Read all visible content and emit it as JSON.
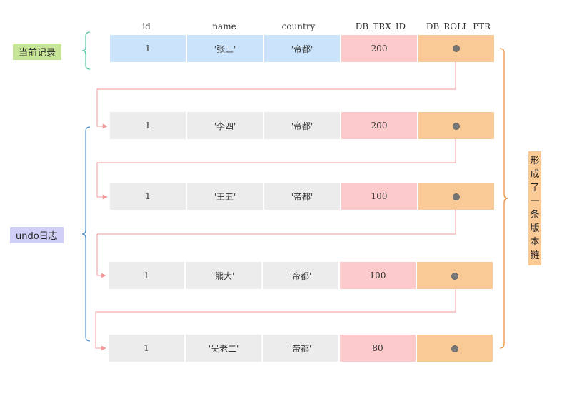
{
  "colors": {
    "current_row": "#cce4fb",
    "undo_row": "#ececec",
    "trx_cell": "#fccaca",
    "ptr_cell": "#f9c996",
    "arrow": "#f09a9a",
    "current_label_bg": "#c6e596",
    "undo_label_bg": "#cfcff7",
    "chain_label_bg": "#f9c996",
    "current_bracket": "#4ec4a4",
    "undo_bracket": "#4a8fd4",
    "chain_bracket": "#e88a3a"
  },
  "headers": {
    "id": "id",
    "name": "name",
    "country": "country",
    "trx": "DB_TRX_ID",
    "ptr": "DB_ROLL_PTR"
  },
  "labels": {
    "current_record": "当前记录",
    "undo_log": "undo日志",
    "chain": "形成了一条版本链"
  },
  "rows": [
    {
      "id": "1",
      "name": "'张三'",
      "country": "'帝都'",
      "trx": "200"
    },
    {
      "id": "1",
      "name": "'李四'",
      "country": "'帝都'",
      "trx": "200"
    },
    {
      "id": "1",
      "name": "'王五'",
      "country": "'帝都'",
      "trx": "100"
    },
    {
      "id": "1",
      "name": "'熊大'",
      "country": "'帝都'",
      "trx": "100"
    },
    {
      "id": "1",
      "name": "'吴老二'",
      "country": "'帝都'",
      "trx": "80"
    }
  ]
}
